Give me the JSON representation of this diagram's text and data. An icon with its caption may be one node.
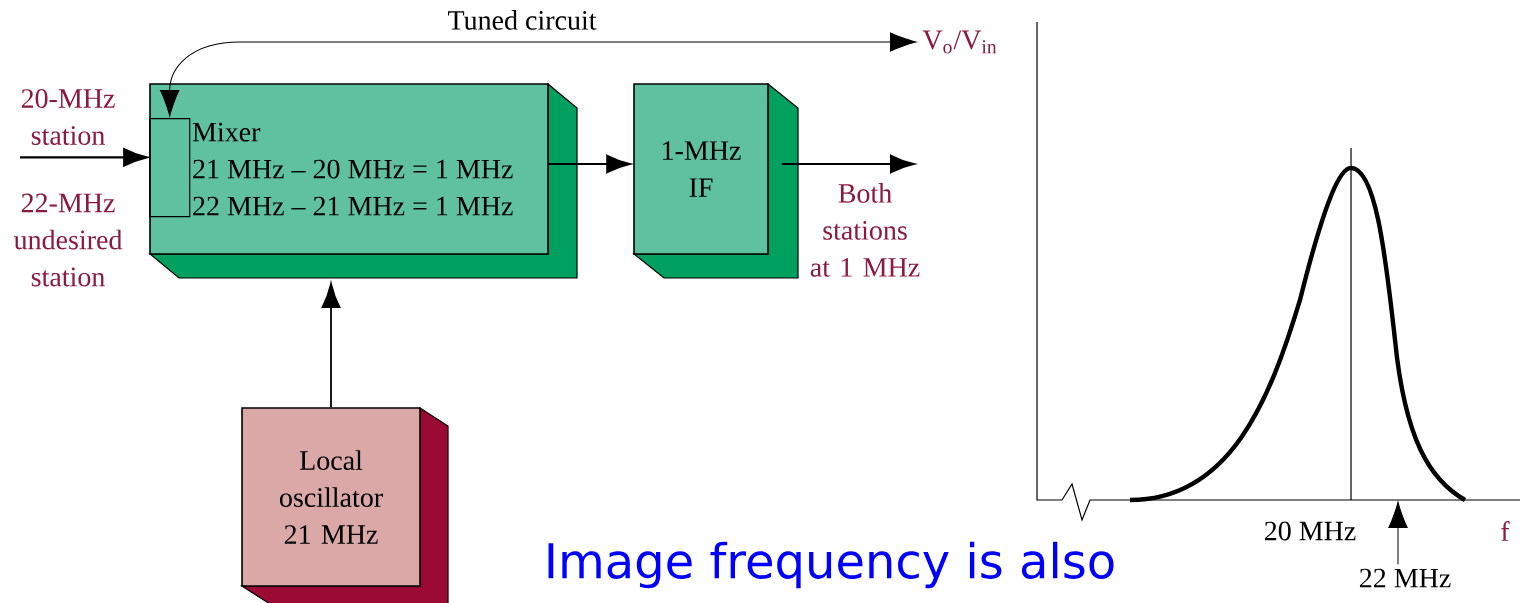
{
  "diagram": {
    "nodes": [
      {
        "text": [
          "Mixer",
          "21 MHz – 20 MHz = 1 MHz",
          "22 MHz – 21 MHz = 1 MHz"
        ]
      },
      {
        "text": [],
        "shape": "box",
        "in": 0
      },
      {
        "text": [
          "1-MHz IF"
        ]
      },
      {
        "text": [
          "Local oscillator 21 MHz"
        ]
      },
      {
        "text": [
          "V$_{o}$/V$_{in}$"
        ]
      },
      {
        "text": [
          "22 MHz"
        ]
      },
      {
        "text": [
          "Both stations at 1 MHz"
        ]
      },
      {
        "text": [
          "20-MHz station"
        ]
      }
    ],
    "edges": [
      {
        "from": 7,
        "to": 1,
        "arrow": "to"
      },
      {
        "from": 0,
        "to": 2,
        "arrow": "to"
      },
      {
        "from": 2,
        "to": 6,
        "arrow": "to"
      },
      {
        "from": 3,
        "to": 0,
        "arrow": "to"
      },
      {
        "from": 1,
        "to": 4,
        "arrow": "both",
        "label": "Tuned circuit"
      },
      {
        "from": 5,
        "to": null,
        "arrow": "to"
      }
    ],
    "labels": [
      "22-MHz undesired station",
      "20 MHz",
      "f",
      "Image frequency is also"
    ]
  }
}
